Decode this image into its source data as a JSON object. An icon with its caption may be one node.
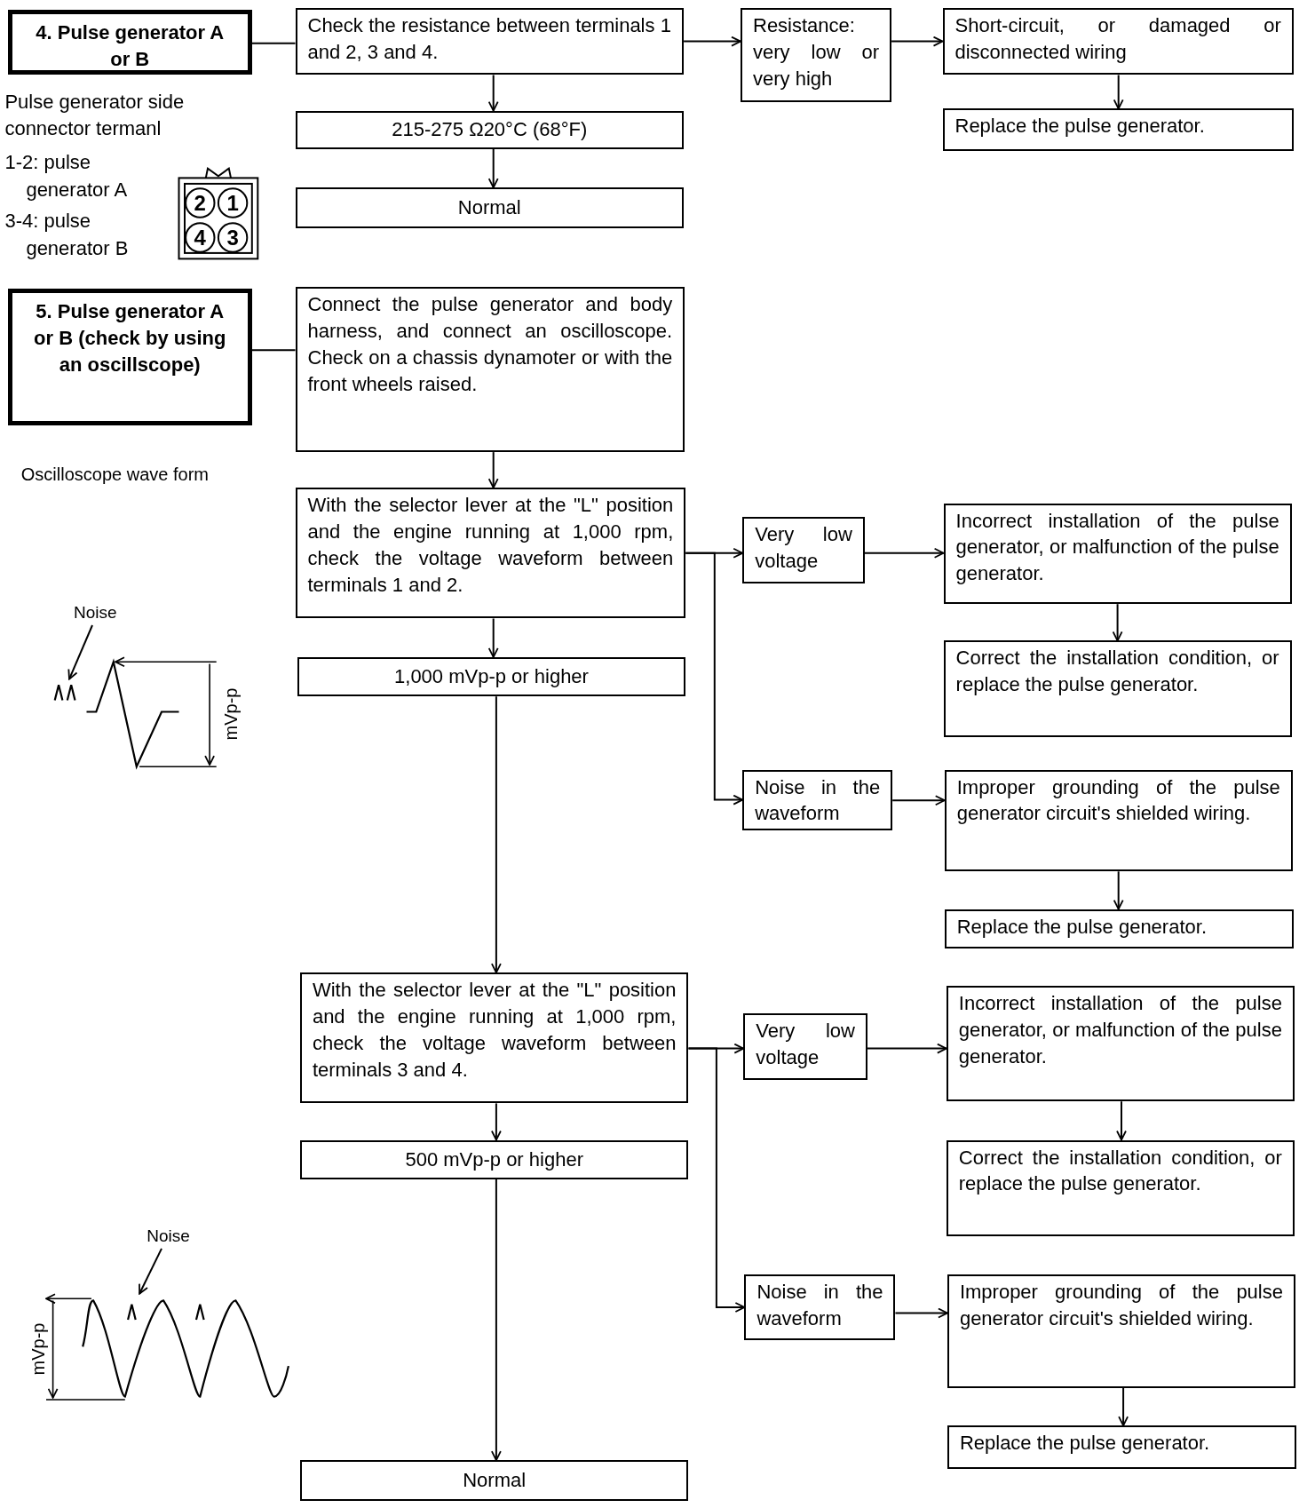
{
  "diagram": {
    "nodes": [
      {
        "text": [
          "4. Pulse generator A or B"
        ]
      },
      {
        "text": [
          "Check the resistance between terminals 1 and 2, 3 and 4."
        ]
      },
      {
        "text": [
          "Resistance: very low or very high"
        ]
      },
      {
        "text": [
          "Short-circuit, or damaged or disconnected wiring"
        ]
      },
      {
        "text": [
          "Replace the pulse generator."
        ]
      },
      {
        "text": [
          "215-275 Ω20°C (68°F)"
        ]
      },
      {
        "text": [
          "Normal"
        ]
      },
      {
        "text": [
          "5. Pulse generator A or B (check by using an oscillscope)"
        ]
      },
      {
        "text": [
          "Connect the pulse generator and body harness, and connect an oscilloscope. Check on a chassis dynamoter or with the front wheels raised."
        ]
      },
      {
        "text": [
          "With the selector lever at the \"L\" position and the engine running at 1,000 rpm, check the voltage waveform between terminals 1 and 2."
        ]
      },
      {
        "text": [
          "Very low voltage"
        ]
      },
      {
        "text": [
          "Incorrect installation of the pulse generator, or malfunction of the pulse generator."
        ]
      },
      {
        "text": [
          "Correct the installation condition, or replace the pulse generator."
        ]
      },
      {
        "text": [
          "Noise in the waveform"
        ]
      },
      {
        "text": [
          "Improper grounding of the pulse generator circuit's shielded wiring."
        ]
      },
      {
        "text": [
          "Replace the pulse generator."
        ]
      },
      {
        "text": [
          "1,000 mVp-p or higher"
        ]
      },
      {
        "text": [
          "With the selector lever at the \"L\" position and the engine running at 1,000 rpm, check the voltage waveform between terminals 3 and 4."
        ]
      },
      {
        "text": [
          "Very low voltage"
        ]
      },
      {
        "text": [
          "Incorrect installation of the pulse generator, or malfunction of the pulse generator."
        ]
      },
      {
        "text": [
          "Correct the installation condition, or replace the pulse generator."
        ]
      },
      {
        "text": [
          "Noise in the waveform"
        ]
      },
      {
        "text": [
          "Improper grounding of the pulse generator circuit's shielded wiring."
        ]
      },
      {
        "text": [
          "Replace the pulse generator."
        ]
      },
      {
        "text": [
          "500 mVp-p or higher"
        ]
      },
      {
        "text": [
          "Normal"
        ]
      },
      {
        "text": [
          "Noise"
        ]
      },
      {
        "text": [
          "Noise"
        ]
      },
      {
        "text": [],
        "shape": "picture"
      },
      {
        "text": [],
        "shape": "picture"
      }
    ],
    "edges": [
      {
        "from": 0,
        "to": 1,
        "arrow": "none"
      },
      {
        "from": 1,
        "to": 2,
        "arrow": "to"
      },
      {
        "from": 2,
        "to": 3,
        "arrow": "to"
      },
      {
        "from": 3,
        "to": 4,
        "arrow": "to"
      },
      {
        "from": 1,
        "to": 5,
        "arrow": "to"
      },
      {
        "from": 5,
        "to": 6,
        "arrow": "to"
      },
      {
        "from": 7,
        "to": 8,
        "arrow": "none"
      },
      {
        "from": 8,
        "to": 9,
        "arrow": "to"
      },
      {
        "from": 9,
        "to": 10,
        "arrow": "to"
      },
      {
        "from": 10,
        "to": 11,
        "arrow": "to"
      },
      {
        "from": 11,
        "to": 12,
        "arrow": "to"
      },
      {
        "from": 9,
        "to": 13,
        "arrow": "to"
      },
      {
        "from": 13,
        "to": 14,
        "arrow": "to"
      },
      {
        "from": 14,
        "to": 15,
        "arrow": "to"
      },
      {
        "from": 9,
        "to": 16,
        "arrow": "to"
      },
      {
        "from": 16,
        "to": 17,
        "arrow": "to"
      },
      {
        "from": 17,
        "to": 18,
        "arrow": "to"
      },
      {
        "from": 18,
        "to": 19,
        "arrow": "to"
      },
      {
        "from": 19,
        "to": 20,
        "arrow": "to"
      },
      {
        "from": 17,
        "to": 21,
        "arrow": "to"
      },
      {
        "from": 21,
        "to": 22,
        "arrow": "to"
      },
      {
        "from": 22,
        "to": 23,
        "arrow": "to"
      },
      {
        "from": 17,
        "to": 24,
        "arrow": "to"
      },
      {
        "from": 24,
        "to": 25,
        "arrow": "to"
      },
      {
        "from": 26,
        "to": 28,
        "arrow": "to"
      },
      {
        "from": 27,
        "to": 29,
        "arrow": "to"
      }
    ],
    "labels": [
      "Pulse generator side connector termanl",
      "1-2: pulse generator A",
      "3-4: pulse generator B",
      "2",
      "1",
      "4",
      "3",
      "Oscilloscope wave form",
      "mVp-p",
      "mVp-p"
    ]
  }
}
